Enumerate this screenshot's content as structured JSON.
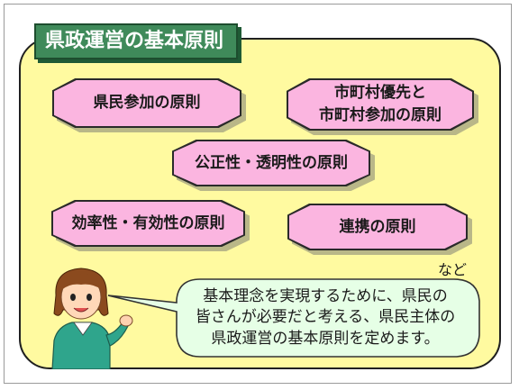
{
  "title": "県政運営の基本原則",
  "principles": [
    {
      "label": "県民参加の原則"
    },
    {
      "label": "市町村優先と\n市町村参加の原則"
    },
    {
      "label": "公正性・透明性の原則"
    },
    {
      "label": "効率性・有効性の原則"
    },
    {
      "label": "連携の原則"
    }
  ],
  "etc_label": "など",
  "bubble": {
    "lines": [
      "基本理念を実現するために、県民の",
      "皆さんが必要だと考える、県民主体の",
      "県政運営の基本原則を定めます。"
    ]
  },
  "colors": {
    "panel": "#fffaa0",
    "title_bg": "#3f8a5a",
    "box_fill": "#fbb5e0",
    "bubble_fill": "#e6ffe6"
  },
  "icons": {
    "presenter": "presenter-person-icon"
  }
}
